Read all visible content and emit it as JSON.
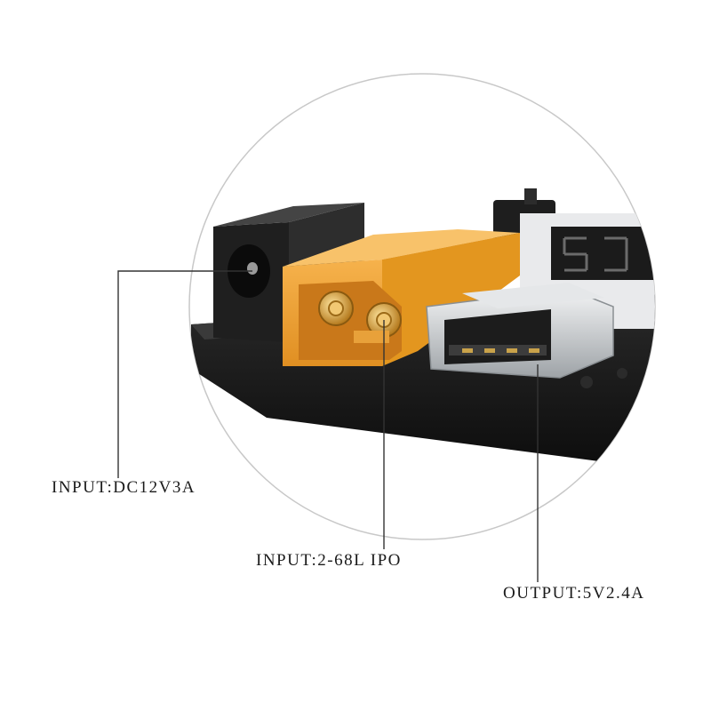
{
  "labels": {
    "dc_input": "INPUT:DC12V3A",
    "xt_input": "INPUT:2-68L  IPO",
    "usb_output": "OUTPUT:5V2.4A"
  },
  "colors": {
    "background": "#ffffff",
    "board": "#161616",
    "connector_orange": "#f0a53a",
    "pin_gold": "#d9a441",
    "usb_metal": "#cfd3d6",
    "leader_line": "#333333"
  }
}
